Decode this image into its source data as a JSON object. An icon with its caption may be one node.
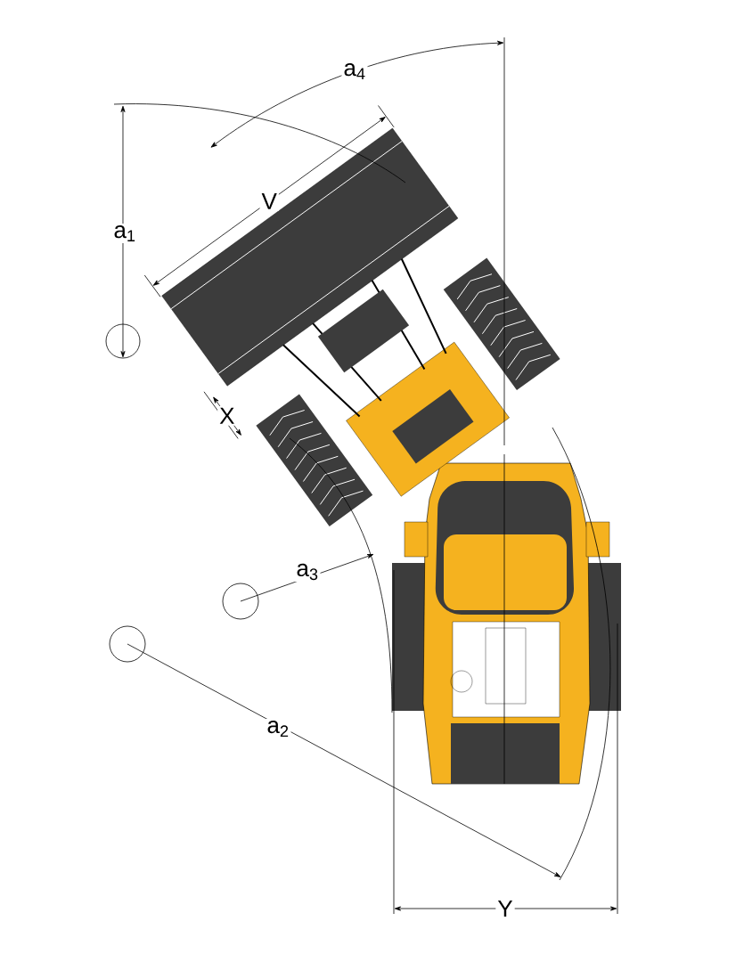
{
  "diagram": {
    "labels": [
      "a$_{4}$",
      "V",
      "a$_{1}$",
      "X",
      "a$_{3}$",
      "a$_{2}$",
      "Y"
    ]
  }
}
